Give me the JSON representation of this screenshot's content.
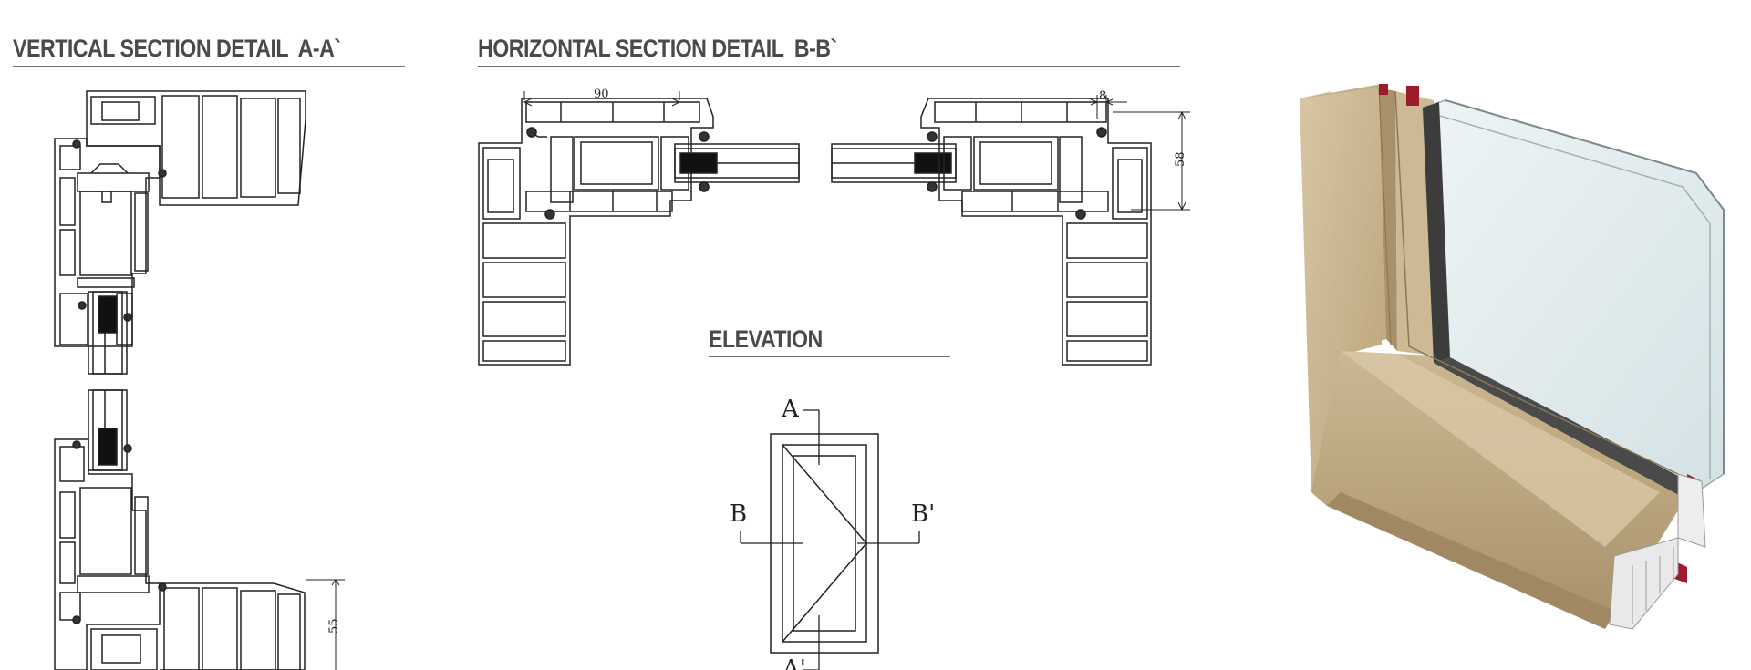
{
  "headings": {
    "vertical": "VERTICAL SECTION DETAIL  A-A`",
    "horizontal": "HORIZONTAL SECTION DETAIL  B-B`",
    "elevation": "ELEVATION"
  },
  "dimensions": {
    "frame_width": "90",
    "sash_offset": "8",
    "depth_horizontal": "58",
    "depth_vertical": "55"
  },
  "elevation_labels": {
    "a": "A",
    "a_prime": "A'",
    "b": "B",
    "b_prime": "B'"
  },
  "colors": {
    "heading": "#4a4a4a",
    "line": "#222222",
    "profile_beige": "#c9b48f",
    "gasket_red": "#9c1c2a",
    "glass": "#dfeaec"
  }
}
